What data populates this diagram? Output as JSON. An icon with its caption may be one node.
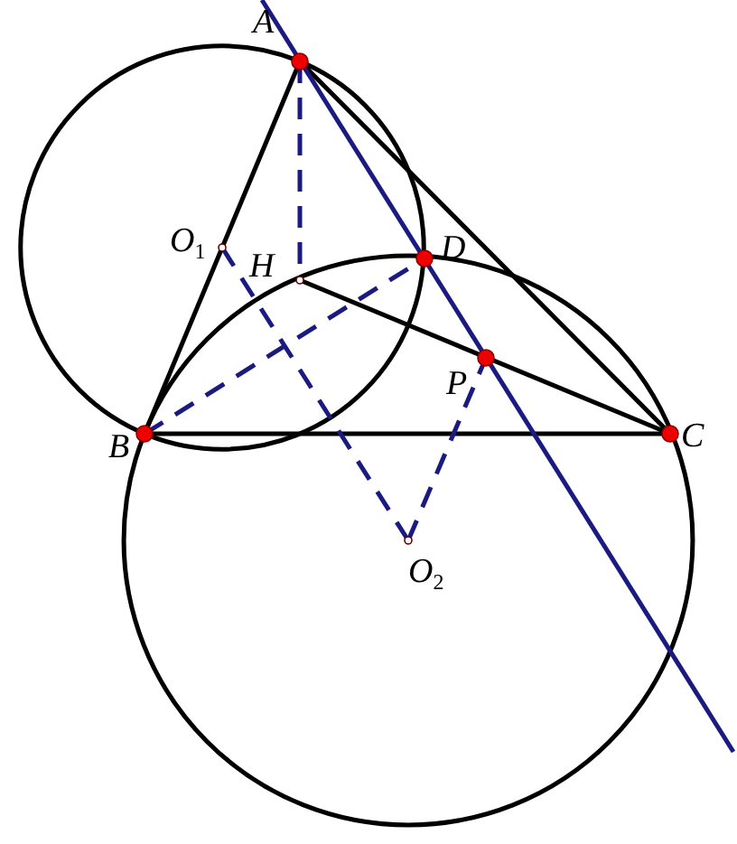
{
  "diagram": {
    "labels": [
      "A",
      "O$_{1}$",
      "H",
      "D",
      "P",
      "B",
      "C",
      "O$_{2}$"
    ]
  }
}
